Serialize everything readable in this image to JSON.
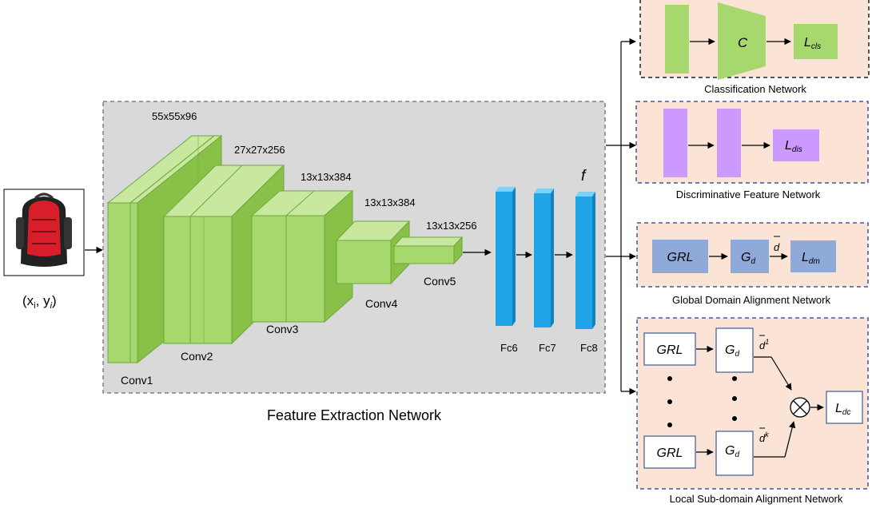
{
  "input": {
    "label": "(x",
    "sub_i": "i",
    "mid": ", y",
    "sub_i2": "i",
    "close": ")"
  },
  "feature": {
    "title": "Feature Extraction Network",
    "f_label": "f",
    "layers": [
      {
        "name": "Conv1",
        "dims": "55x55x96"
      },
      {
        "name": "Conv2",
        "dims": "27x27x256"
      },
      {
        "name": "Conv3",
        "dims": "13x13x384"
      },
      {
        "name": "Conv4",
        "dims": "13x13x384"
      },
      {
        "name": "Conv5",
        "dims": "13x13x256"
      }
    ],
    "fc": [
      "Fc6",
      "Fc7",
      "Fc8"
    ]
  },
  "cls": {
    "title": "Classification Network",
    "c": "C",
    "loss": "L",
    "loss_sub": "cls"
  },
  "dis": {
    "title": "Discriminative Feature Network",
    "loss": "L",
    "loss_sub": "dis"
  },
  "glob": {
    "title": "Global Domain Alignment Network",
    "grl": "GRL",
    "g": "G",
    "g_sub": "d",
    "dbar": "d",
    "loss": "L",
    "loss_sub": "dm"
  },
  "local": {
    "title": "Local Sub-domain Alignment Network",
    "grl1": "GRL",
    "grl2": "GRL",
    "g1": "G",
    "g1_sub": "d",
    "g2": "G",
    "g2_sub": "d",
    "d1": "d",
    "d1_sup": "1",
    "dk": "d",
    "dk_sup": "k",
    "loss": "L",
    "loss_sub": "dc"
  },
  "colors": {
    "green_front": "#a6d86e",
    "green_top": "#c8e8a0",
    "green_side": "#88c048",
    "blue": "#1fa4e8",
    "purple": "#cc99ff",
    "steel": "#8fa9d9",
    "peach": "#fbe3d6",
    "gray": "#d9d9d9"
  }
}
